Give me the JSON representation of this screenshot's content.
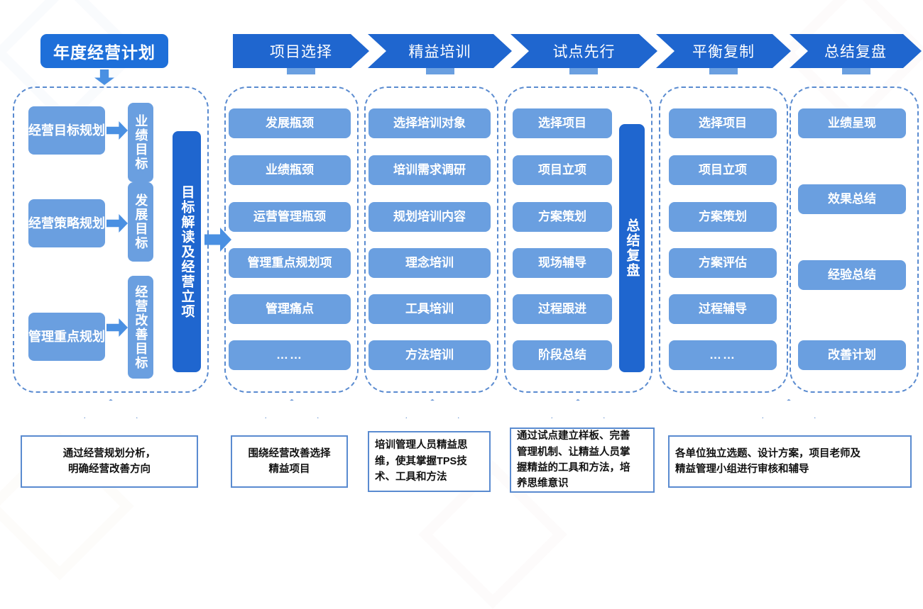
{
  "colors": {
    "brand_dark": "#1f66cf",
    "brand_mid": "#4a90e2",
    "brand_light": "#6a9fe0",
    "panel_border": "#5a8bd0"
  },
  "title": {
    "label": "年度经营计划"
  },
  "stages": [
    {
      "label": "项目选择"
    },
    {
      "label": "精益培训"
    },
    {
      "label": "试点先行"
    },
    {
      "label": "平衡复制"
    },
    {
      "label": "总结复盘"
    }
  ],
  "columns": [
    {
      "name": "annual-plan",
      "pairs": [
        {
          "source": "经营目标规划",
          "target": "业绩目标"
        },
        {
          "source": "经营策略规划",
          "target": "发展目标"
        },
        {
          "source": "管理重点规划",
          "target": "经营改善目标"
        }
      ],
      "side_bar": "目标解读及经营立项"
    },
    {
      "name": "project-selection",
      "items": [
        "发展瓶颈",
        "业绩瓶颈",
        "运营管理瓶颈",
        "管理重点规划项",
        "管理痛点",
        "……"
      ]
    },
    {
      "name": "lean-training",
      "items": [
        "选择培训对象",
        "培训需求调研",
        "规划培训内容",
        "理念培训",
        "工具培训",
        "方法培训"
      ]
    },
    {
      "name": "pilot-first",
      "items": [
        "选择项目",
        "项目立项",
        "方案策划",
        "现场辅导",
        "过程跟进",
        "阶段总结"
      ],
      "side_bar": "总结复盘"
    },
    {
      "name": "balanced-replication",
      "items": [
        "选择项目",
        "项目立项",
        "方案策划",
        "方案评估",
        "过程辅导",
        "……"
      ]
    },
    {
      "name": "summary-review",
      "items": [
        "业绩呈现",
        "效果总结",
        "经验总结",
        "改善计划"
      ]
    }
  ],
  "captions": [
    {
      "name": "caption-annual-plan",
      "line1": "通过经营规划分析，",
      "line2": "明确经营改善方向"
    },
    {
      "name": "caption-project-selection",
      "line1": "围绕经营改善选择",
      "line2": "精益项目"
    },
    {
      "name": "caption-lean-training",
      "line1": "培训管理人员精益思",
      "line2": "维，使其掌握TPS技",
      "line3": "术、工具和方法"
    },
    {
      "name": "caption-pilot-first",
      "line1": "通过试点建立样板、完善",
      "line2": "管理机制、让精益人员掌",
      "line3": "握精益的工具和方法，培",
      "line4": "养思维意识"
    },
    {
      "name": "caption-replication-summary",
      "line1": "各单位独立选题、设计方案，项目老师及",
      "line2": "精益管理小组进行审核和辅导"
    }
  ]
}
